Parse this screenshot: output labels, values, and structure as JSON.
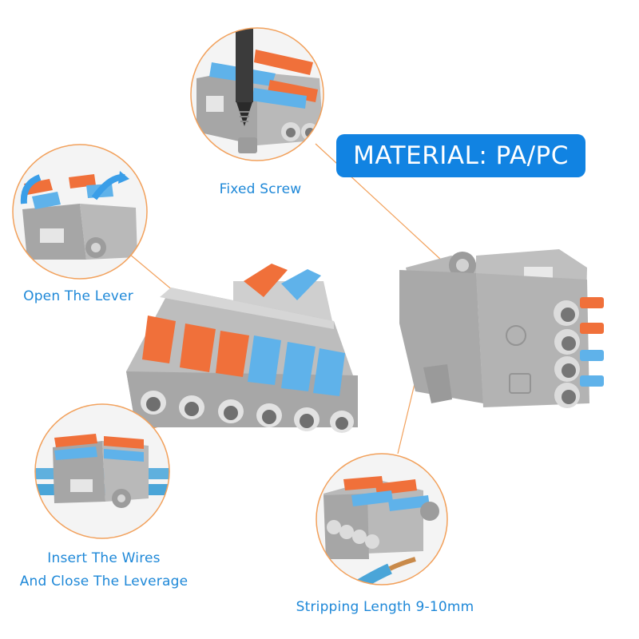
{
  "badge": {
    "text": "MATERIAL: PA/PC"
  },
  "callouts": {
    "fixed_screw": "Fixed Screw",
    "open_lever": "Open The Lever",
    "insert_wires_line1": "Insert The Wires",
    "insert_wires_line2": "And Close The Leverage",
    "stripping": "Stripping Length 9-10mm"
  },
  "colors": {
    "accent_blue": "#1183e2",
    "label_blue": "#1e88d8",
    "callout_orange": "#f2a15c",
    "lever_orange": "#f0703a",
    "lever_blue": "#5fb2ea",
    "housing_gray": "#a4a4a4"
  },
  "icons": [
    "lever-connector-12-hole",
    "lever-connector-4-hole",
    "screwdriver"
  ]
}
